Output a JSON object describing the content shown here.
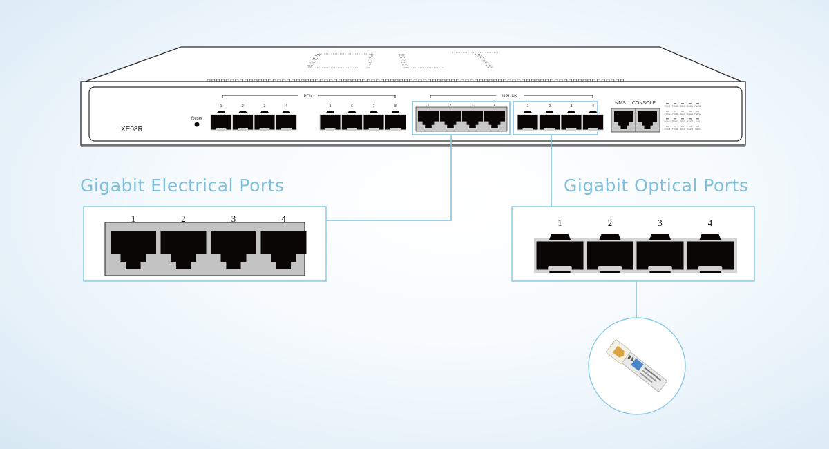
{
  "device": {
    "model": "XE08R",
    "top_label": "OLT",
    "reset_label": "Reset",
    "pon_group_label": "PON",
    "pon_ports": [
      "1",
      "2",
      "3",
      "4",
      "5",
      "6",
      "7",
      "8"
    ],
    "uplink_group_label": "UPLINK",
    "uplink_electrical_ports": [
      "1",
      "2",
      "3",
      "4"
    ],
    "uplink_optical_ports": [
      "1",
      "2",
      "3",
      "4"
    ],
    "nms_label": "NMS",
    "console_label": "CONSOLE",
    "led_labels": [
      [
        "PON1",
        "PON5",
        "GE1",
        "XGE1",
        "PWR1"
      ],
      [
        "PON2",
        "PON6",
        "GE2",
        "XGE2",
        "PWR2"
      ],
      [
        "PON3",
        "PON7",
        "GE3",
        "XGE3",
        "SYS"
      ],
      [
        "PON4",
        "PON8",
        "GE4",
        "XGE4",
        "NMS"
      ]
    ]
  },
  "callouts": {
    "electrical": {
      "title": "Gigabit Electrical Ports",
      "ports": [
        "1",
        "2",
        "3",
        "4"
      ]
    },
    "optical": {
      "title": "Gigabit Optical Ports",
      "ports": [
        "1",
        "2",
        "3",
        "4"
      ]
    },
    "module": {
      "label": "SFP module"
    }
  },
  "colors": {
    "accent": "#7fbfdc",
    "port_black": "#0a0606",
    "port_frame": "#c8c8c8"
  }
}
